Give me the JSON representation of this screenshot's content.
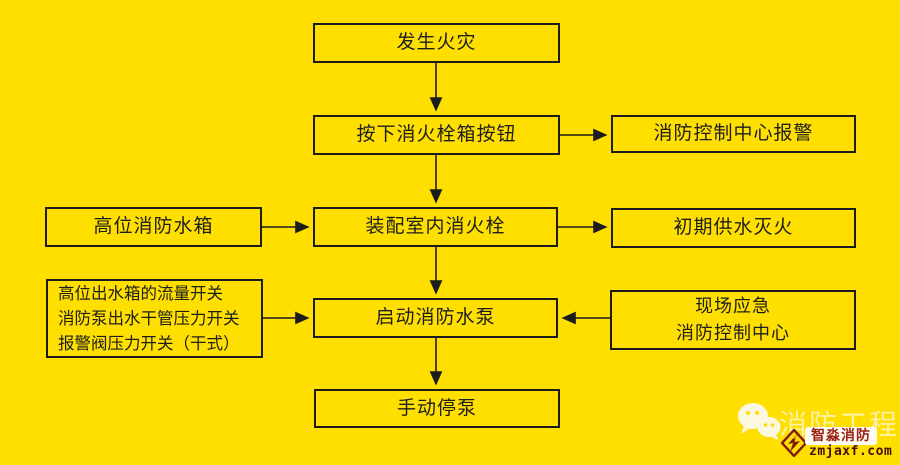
{
  "colors": {
    "background": "#FEDF00",
    "line_and_border": "#1C1C1C",
    "logo_red": "#9B1F12",
    "url_text": "#46100A",
    "watermark_text": "#FCF6BE",
    "wechat_icon_cream": "#FBF7E0"
  },
  "flowchart": {
    "nodes": {
      "fire_occurs": "发生火灾",
      "press_hydrant_button": "按下消火栓箱按钮",
      "control_center_alarm": "消防控制中心报警",
      "high_level_tank": "高位消防水箱",
      "assemble_indoor_hydrant": "装配室内消火栓",
      "initial_water_supply": "初期供水灭火",
      "pressure_switches_lines": [
        "高位出水箱的流量开关",
        "消防泵出水干管压力开关",
        "报警阀压力开关（干式）"
      ],
      "start_fire_pump": "启动消防水泵",
      "emergency_center_lines": [
        "现场应急",
        "消防控制中心"
      ],
      "manual_stop_pump": "手动停泵"
    }
  },
  "branding": {
    "watermark_text": "消防工程",
    "logo_text": "智淼消防",
    "logo_url": "zmjaxf.com",
    "icons": {
      "wechat": "wechat-chat-bubbles-icon",
      "logo_mark": "diamond-lightning-icon"
    }
  }
}
